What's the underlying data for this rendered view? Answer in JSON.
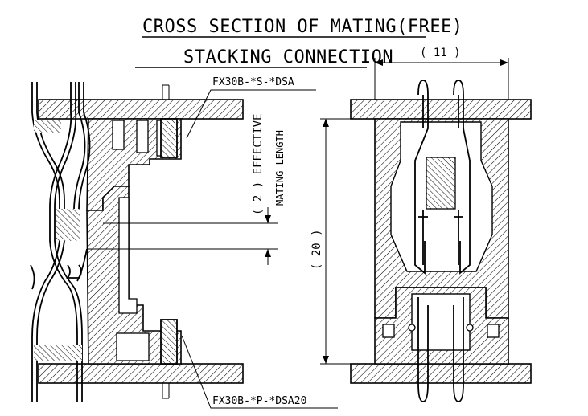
{
  "title": {
    "line1": "CROSS SECTION OF MATING(FREE)",
    "line2": "STACKING CONNECTION"
  },
  "labels": {
    "socket_part": "FX30B-*S-*DSA",
    "plug_part": "FX30B-*P-*DSA20"
  },
  "dimensions": {
    "width": "( 11 )",
    "height": "( 20 )",
    "effective_value": "( 2 ) EFFECTIVE",
    "effective_caption": "MATING LENGTH"
  }
}
